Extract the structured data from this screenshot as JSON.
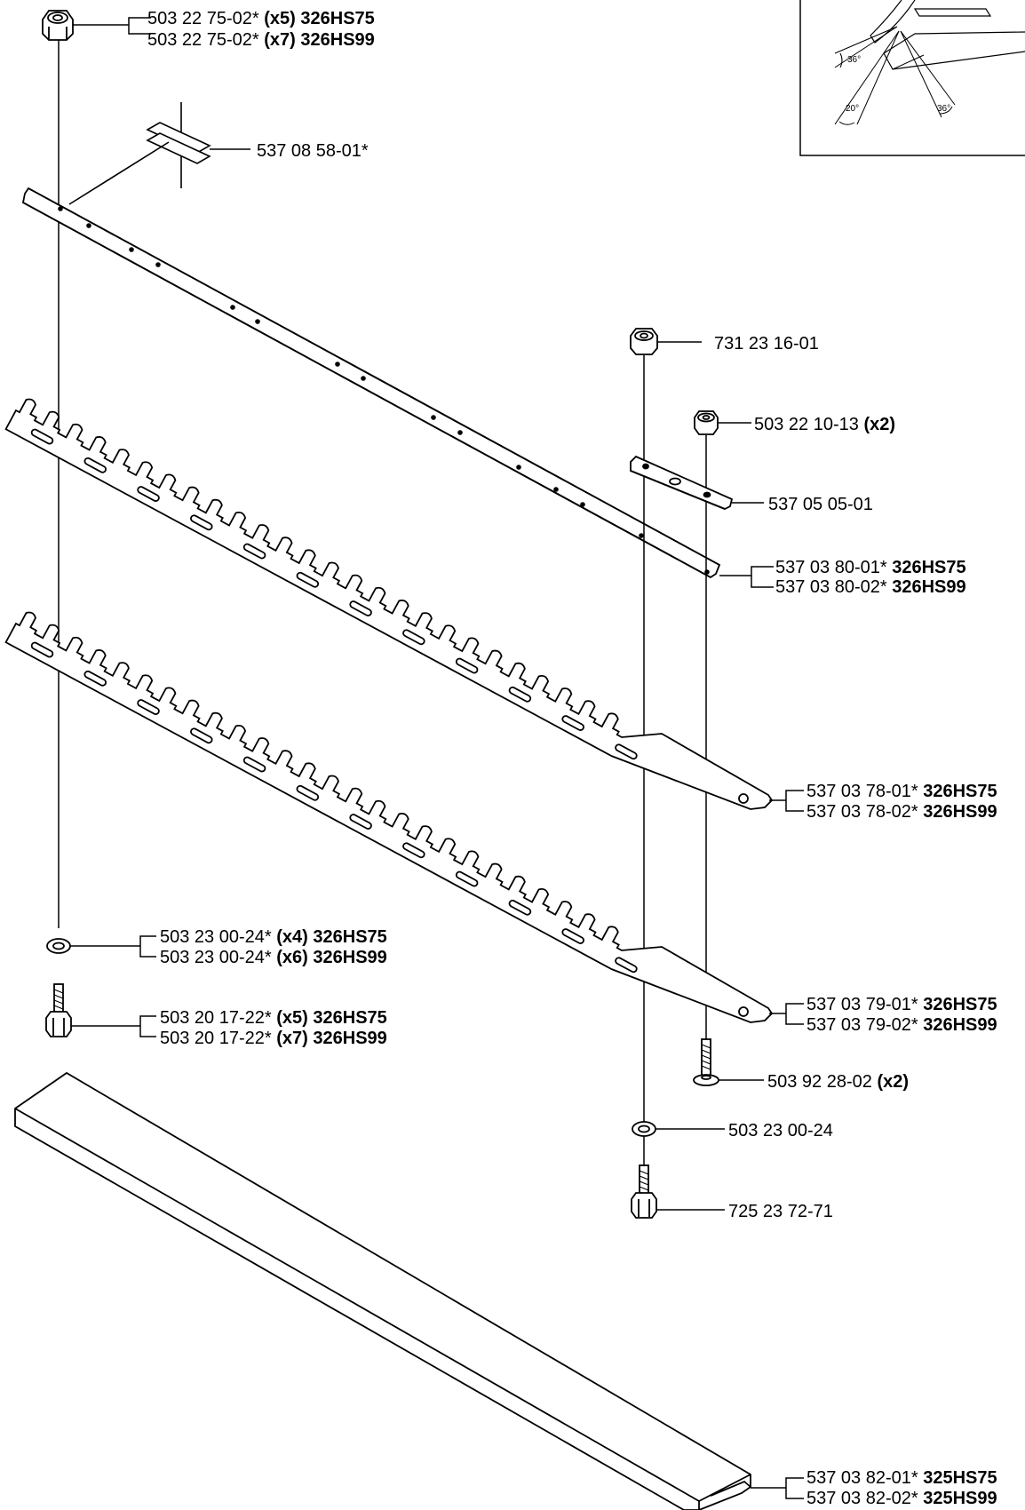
{
  "labels": [
    {
      "id": "nut-top",
      "parts": [
        {
          "t": "503 22 75-02* "
        },
        {
          "t": "(x5)",
          "b": true
        },
        {
          "t": " "
        },
        {
          "t": "326HS75",
          "b": true
        }
      ]
    },
    {
      "id": "nut-top-2",
      "parts": [
        {
          "t": "503 22 75-02* "
        },
        {
          "t": "(x7)",
          "b": true
        },
        {
          "t": " "
        },
        {
          "t": "326HS99",
          "b": true
        }
      ]
    },
    {
      "id": "clip",
      "parts": [
        {
          "t": "537 08 58-01*"
        }
      ]
    },
    {
      "id": "nut-right",
      "parts": [
        {
          "t": "731 23 16-01"
        }
      ]
    },
    {
      "id": "nut-small",
      "parts": [
        {
          "t": "503 22 10-13 "
        },
        {
          "t": "(x2)",
          "b": true
        }
      ]
    },
    {
      "id": "bracket",
      "parts": [
        {
          "t": "537 05 05-01"
        }
      ]
    },
    {
      "id": "bar",
      "parts": [
        {
          "t": "537 03 80-01* "
        },
        {
          "t": "326HS75",
          "b": true
        }
      ]
    },
    {
      "id": "bar-2",
      "parts": [
        {
          "t": "537 03 80-02* "
        },
        {
          "t": "326HS99",
          "b": true
        }
      ]
    },
    {
      "id": "blade-upper",
      "parts": [
        {
          "t": "537 03 78-01* "
        },
        {
          "t": "326HS75",
          "b": true
        }
      ]
    },
    {
      "id": "blade-upper-2",
      "parts": [
        {
          "t": "537 03 78-02* "
        },
        {
          "t": "326HS99",
          "b": true
        }
      ]
    },
    {
      "id": "washer-left",
      "parts": [
        {
          "t": "503 23 00-24* "
        },
        {
          "t": "(x4)",
          "b": true
        },
        {
          "t": " "
        },
        {
          "t": "326HS75",
          "b": true
        }
      ]
    },
    {
      "id": "washer-left-2",
      "parts": [
        {
          "t": "503 23 00-24* "
        },
        {
          "t": "(x6)",
          "b": true
        },
        {
          "t": " "
        },
        {
          "t": "326HS99",
          "b": true
        }
      ]
    },
    {
      "id": "blade-lower",
      "parts": [
        {
          "t": "537 03 79-01* "
        },
        {
          "t": "326HS75",
          "b": true
        }
      ]
    },
    {
      "id": "blade-lower-2",
      "parts": [
        {
          "t": "537 03 79-02* "
        },
        {
          "t": "326HS99",
          "b": true
        }
      ]
    },
    {
      "id": "bolt-left",
      "parts": [
        {
          "t": "503 20 17-22* "
        },
        {
          "t": "(x5)",
          "b": true
        },
        {
          "t": " "
        },
        {
          "t": "326HS75",
          "b": true
        }
      ]
    },
    {
      "id": "bolt-left-2",
      "parts": [
        {
          "t": "503 20 17-22* "
        },
        {
          "t": "(x7)",
          "b": true
        },
        {
          "t": " "
        },
        {
          "t": "326HS99",
          "b": true
        }
      ]
    },
    {
      "id": "screw-right",
      "parts": [
        {
          "t": "503 92 28-02 "
        },
        {
          "t": "(x2)",
          "b": true
        }
      ]
    },
    {
      "id": "washer-right",
      "parts": [
        {
          "t": "503 23 00-24"
        }
      ]
    },
    {
      "id": "bolt-right",
      "parts": [
        {
          "t": "725 23 72-71"
        }
      ]
    },
    {
      "id": "guard",
      "parts": [
        {
          "t": "537 03 82-01* "
        },
        {
          "t": "325HS75",
          "b": true
        }
      ]
    },
    {
      "id": "guard-2",
      "parts": [
        {
          "t": "537 03 82-02* "
        },
        {
          "t": "325HS99",
          "b": true
        }
      ]
    }
  ],
  "inset_angles": [
    "36°",
    "20°",
    "36°"
  ]
}
